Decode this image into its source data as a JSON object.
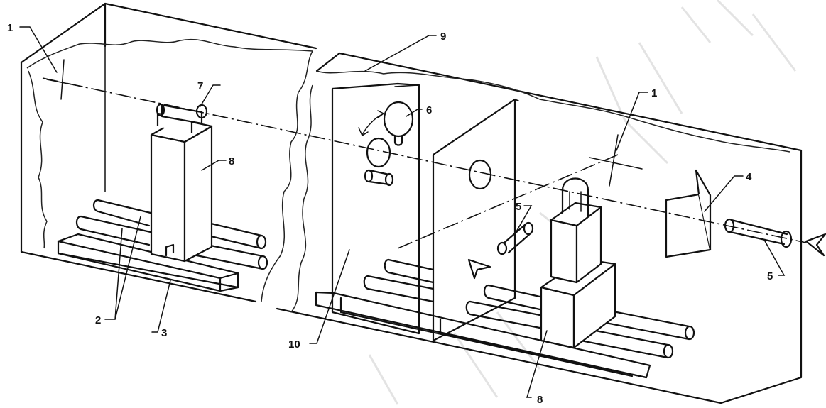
{
  "labels": {
    "l1a": "1",
    "l1b": "1",
    "l2": "2",
    "l3": "3",
    "l4": "4",
    "l5a": "5",
    "l5b": "5",
    "l6": "6",
    "l7": "7",
    "l8a": "8",
    "l8b": "8",
    "l9": "9",
    "l10": "10"
  }
}
